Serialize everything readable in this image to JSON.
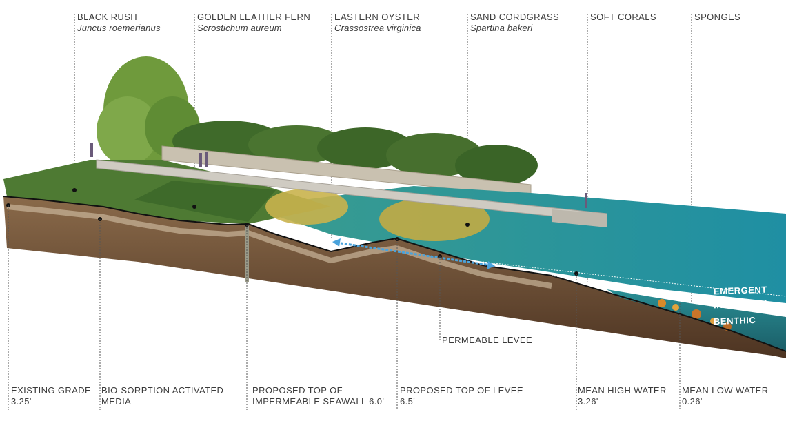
{
  "species": [
    {
      "name": "BLACK RUSH",
      "scientific": "Juncus roemerianus"
    },
    {
      "name": "GOLDEN LEATHER FERN",
      "scientific": "Scrostichum aureum"
    },
    {
      "name": "EASTERN OYSTER",
      "scientific": "Crassostrea virginica"
    },
    {
      "name": "SAND CORDGRASS",
      "scientific": "Spartina bakeri"
    },
    {
      "name": "SOFT CORALS",
      "scientific": ""
    },
    {
      "name": "SPONGES",
      "scientific": ""
    }
  ],
  "levels": [
    {
      "line1": "EXISTING GRADE",
      "line2": "3.25'"
    },
    {
      "line1": "BIO-SORPTION ACTIVATED",
      "line2": "MEDIA"
    },
    {
      "line1": "PROPOSED TOP OF",
      "line2": "IMPERMEABLE SEAWALL 6.0'"
    },
    {
      "line1": "PROPOSED TOP OF LEVEE",
      "line2": "6.5'"
    },
    {
      "line1": "MEAN HIGH WATER",
      "line2": "3.26'"
    },
    {
      "line1": "MEAN LOW WATER",
      "line2": "0.26'"
    }
  ],
  "mid_label": "PERMEABLE LEVEE",
  "zones": [
    "EMERGENT",
    "INTERTIDAL",
    "BENTHIC"
  ],
  "colors": {
    "text": "#3a3a3a",
    "water": "#2f9a98",
    "soil": "#6b4a30",
    "vegetation": "#4f7a34",
    "grass": "#c9b24c",
    "arrow": "#4aa3dc"
  }
}
